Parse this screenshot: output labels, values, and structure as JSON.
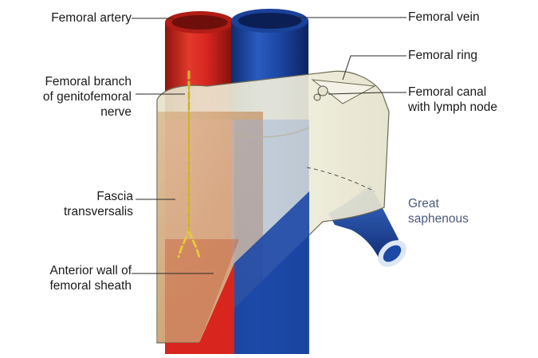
{
  "labels": {
    "femoral_artery": "Femoral artery",
    "femoral_branch": "Femoral branch\nof genitofemoral\nnerve",
    "fascia": "Fascia\ntransversalis",
    "anterior_wall": "Anterior wall of\nfemoral sheath",
    "femoral_vein": "Femoral vein",
    "femoral_ring": "Femoral ring",
    "femoral_canal": "Femoral canal\nwith lymph node",
    "great_saphenous": "Great\nsaphenous"
  },
  "colors": {
    "artery": "#d8261f",
    "vein": "#1c48a6",
    "sheath": "#ecead6",
    "fascia": "#c47a3a",
    "nerve": "#e3c93a",
    "leader": "#2a2a2a"
  }
}
